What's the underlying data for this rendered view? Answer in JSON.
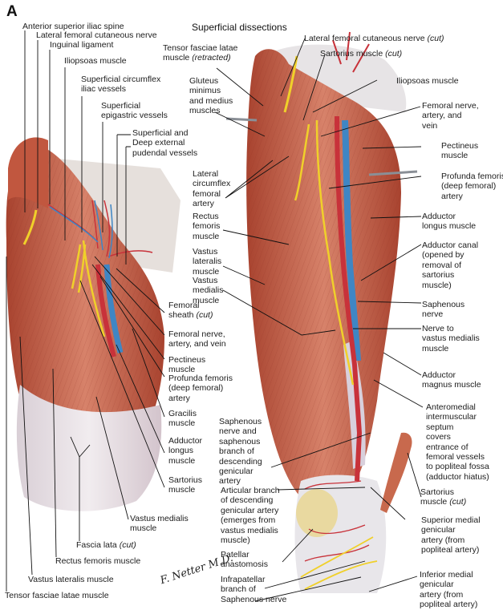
{
  "panel_letter": "A",
  "section_title": "Superficial dissections",
  "signature": "F. Netter M.D.",
  "colors": {
    "muscle": "#c9654c",
    "muscle_light": "#e2a48c",
    "muscle_dark": "#9e3b2c",
    "fascia": "#e4dfe4",
    "tendon": "#f1efe9",
    "artery": "#c8323a",
    "vein": "#3f86c4",
    "nerve": "#f0d02a",
    "patella": "#e9d9a0",
    "leader": "#111111"
  },
  "left_figure": {
    "labels": [
      {
        "id": "anterior-superior-iliac-spine",
        "text": "Anterior superior iliac spine"
      },
      {
        "id": "lateral-femoral-cutaneous-nerve",
        "text": "Lateral femoral cutaneous nerve"
      },
      {
        "id": "inguinal-ligament",
        "text": "Inguinal ligament"
      },
      {
        "id": "iliopsoas-muscle",
        "text": "Iliopsoas muscle"
      },
      {
        "id": "superficial-circumflex-iliac-vessels",
        "text": "Superficial circumflex\niliac vessels"
      },
      {
        "id": "superficial-epigastric-vessels",
        "text": "Superficial\nepigastric vessels"
      },
      {
        "id": "superficial-deep-external-pudendal-vessels",
        "text": "Superficial and\nDeep external\npudendal vessels"
      },
      {
        "id": "femoral-sheath",
        "text": "Femoral\nsheath",
        "italic": "(cut)"
      },
      {
        "id": "femoral-nerve-artery-vein",
        "text": "Femoral nerve,\nartery, and vein"
      },
      {
        "id": "pectineus-muscle",
        "text": "Pectineus\nmuscle"
      },
      {
        "id": "profunda-femoris",
        "text": "Profunda femoris\n(deep femoral)\nartery"
      },
      {
        "id": "gracilis-muscle",
        "text": "Gracilis\nmuscle"
      },
      {
        "id": "adductor-longus-muscle",
        "text": "Adductor\nlongus\nmuscle"
      },
      {
        "id": "sartorius-muscle",
        "text": "Sartorius\nmuscle"
      },
      {
        "id": "vastus-medialis-muscle",
        "text": "Vastus medialis\nmuscle"
      },
      {
        "id": "fascia-lata",
        "text": "Fascia lata",
        "italic": "(cut)"
      },
      {
        "id": "rectus-femoris-muscle",
        "text": "Rectus femoris muscle"
      },
      {
        "id": "vastus-lateralis-muscle",
        "text": "Vastus lateralis muscle"
      },
      {
        "id": "tensor-fasciae-latae-muscle",
        "text": "Tensor fasciae latae muscle"
      }
    ]
  },
  "right_figure": {
    "labels": [
      {
        "id": "tensor-fasciae-latae-retracted",
        "text": "Tensor fasciae latae\nmuscle",
        "italic": "(retracted)"
      },
      {
        "id": "lateral-femoral-cutaneous-nerve-cut",
        "text": "Lateral femoral cutaneous nerve",
        "italic": "(cut)"
      },
      {
        "id": "sartorius-muscle-cut-top",
        "text": "Sartorius muscle",
        "italic": "(cut)"
      },
      {
        "id": "gluteus-minimus-medius",
        "text": "Gluteus\nminimus\nand medius\nmuscles"
      },
      {
        "id": "iliopsoas-muscle",
        "text": "Iliopsoas muscle"
      },
      {
        "id": "femoral-nerve-artery-vein",
        "text": "Femoral nerve,\nartery, and\nvein"
      },
      {
        "id": "pectineus-muscle",
        "text": "Pectineus\nmuscle"
      },
      {
        "id": "lateral-circumflex-femoral-artery",
        "text": "Lateral\ncircumflex\nfemoral\nartery"
      },
      {
        "id": "profunda-femoris",
        "text": "Profunda femoris\n(deep femoral)\nartery"
      },
      {
        "id": "rectus-femoris-muscle",
        "text": "Rectus\nfemoris\nmuscle"
      },
      {
        "id": "adductor-longus-muscle",
        "text": "Adductor\nlongus muscle"
      },
      {
        "id": "vastus-lateralis-muscle",
        "text": "Vastus\nlateralis\nmuscle"
      },
      {
        "id": "adductor-canal",
        "text": "Adductor canal\n(opened by\nremoval of\nsartorius\nmuscle)"
      },
      {
        "id": "vastus-medialis-muscle",
        "text": "Vastus\nmedialis\nmuscle"
      },
      {
        "id": "saphenous-nerve",
        "text": "Saphenous\nnerve"
      },
      {
        "id": "nerve-to-vastus-medialis",
        "text": "Nerve to\nvastus medialis\nmuscle"
      },
      {
        "id": "adductor-magnus-muscle",
        "text": "Adductor\nmagnus muscle"
      },
      {
        "id": "anteromedial-intermuscular-septum",
        "text": "Anteromedial\nintermuscular\nseptum\ncovers\nentrance of\nfemoral vessels\nto popliteal fossa\n(adductor hiatus)"
      },
      {
        "id": "saphenous-nerve-branch",
        "text": "Saphenous\nnerve and\nsaphenous\nbranch of\ndescending\ngenicular\nartery"
      },
      {
        "id": "sartorius-muscle-cut-bottom",
        "text": "Sartorius\nmuscle",
        "italic": "(cut)"
      },
      {
        "id": "articular-branch",
        "text": "Articular branch\nof descending\ngenicular artery\n(emerges from\nvastus medialis\nmuscle)"
      },
      {
        "id": "superior-medial-genicular-artery",
        "text": "Superior medial\ngenicular\nartery (from\npopliteal artery)"
      },
      {
        "id": "patellar-anastomosis",
        "text": "Patellar\nanastomosis"
      },
      {
        "id": "infrapatellar-branch",
        "text": "Infrapatellar\nbranch of\nSaphenous nerve"
      },
      {
        "id": "inferior-medial-genicular-artery",
        "text": "Inferior medial\ngenicular\nartery (from\npopliteal artery)"
      }
    ]
  }
}
